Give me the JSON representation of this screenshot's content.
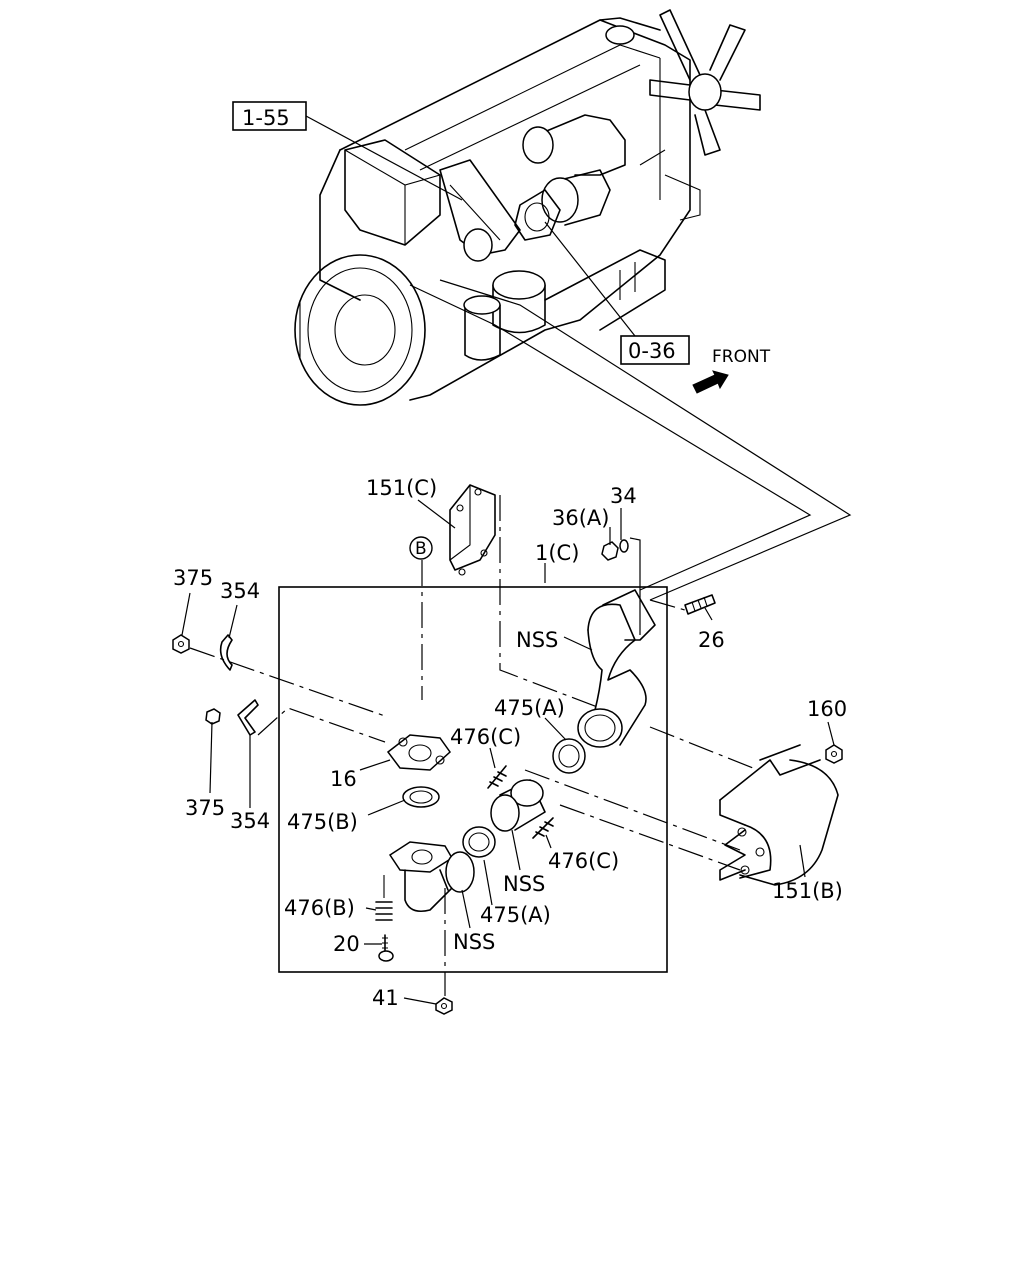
{
  "references": {
    "ref_1_55": "1-55",
    "ref_0_36": "0-36"
  },
  "direction": {
    "front_label": "FRONT"
  },
  "callout_b": "B",
  "part_labels": {
    "p151c": "151(C)",
    "p36a": "36(A)",
    "p34": "34",
    "p1c": "1(C)",
    "p375_top": "375",
    "p354_top": "354",
    "nss_upper": "NSS",
    "p26": "26",
    "p475a_upper": "475(A)",
    "p476c_upper": "476(C)",
    "p160": "160",
    "p16": "16",
    "p375_bottom": "375",
    "p354_bottom": "354",
    "p475b": "475(B)",
    "nss_middle": "NSS",
    "p476c_lower": "476(C)",
    "p151b": "151(B)",
    "p475a_lower": "475(A)",
    "p476b": "476(B)",
    "nss_lower": "NSS",
    "p20": "20",
    "p41": "41"
  }
}
